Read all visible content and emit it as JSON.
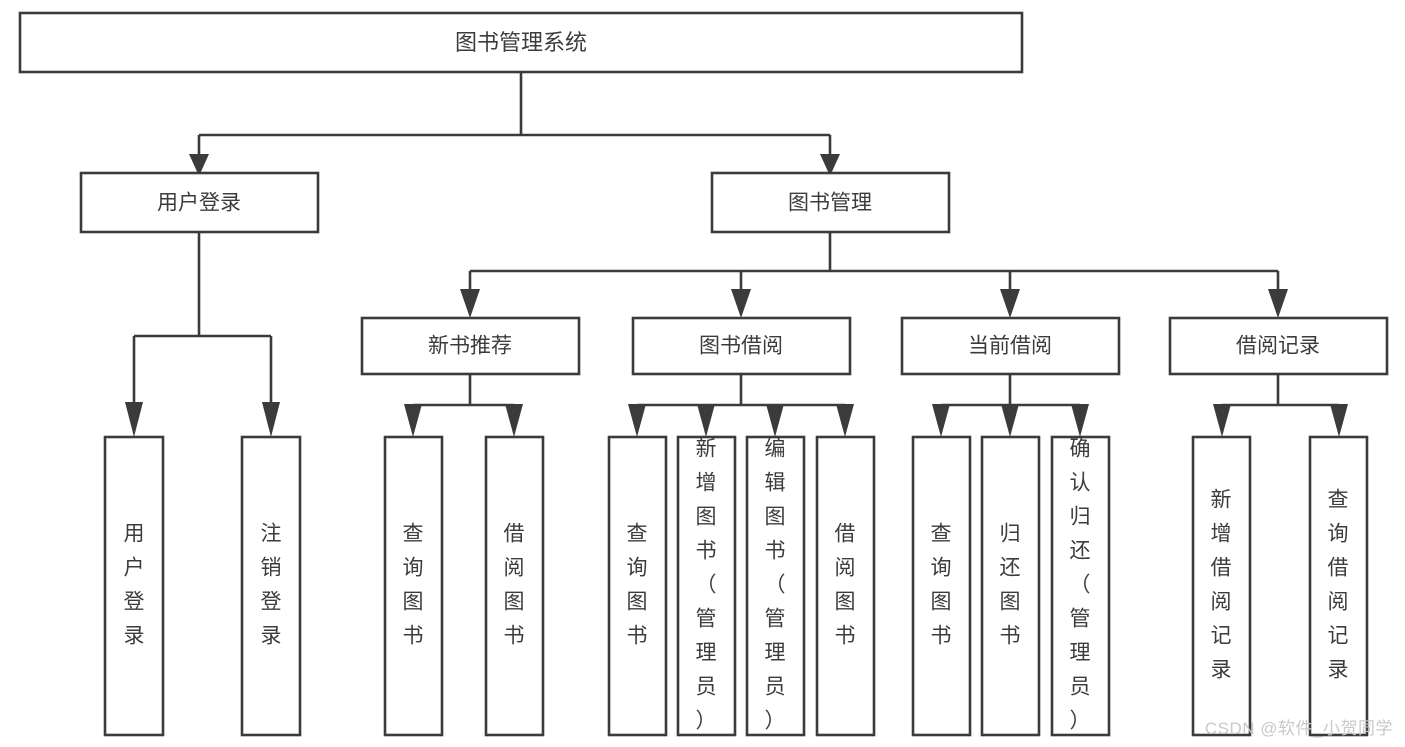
{
  "diagram": {
    "type": "tree-hierarchy",
    "title": "图书管理系统",
    "watermark": "CSDN @软件_小贺同学",
    "colors": {
      "stroke": "#3b3b3b",
      "fill": "#ffffff",
      "text": "#3c3c3c",
      "watermark": "#c9c9c9",
      "background": "#ffffff"
    },
    "levels": {
      "root": {
        "label": "图书管理系统"
      },
      "level1": [
        {
          "label": "用户登录"
        },
        {
          "label": "图书管理"
        }
      ],
      "level2": [
        {
          "label": "新书推荐"
        },
        {
          "label": "图书借阅"
        },
        {
          "label": "当前借阅"
        },
        {
          "label": "借阅记录"
        }
      ],
      "leaves": [
        {
          "label": "用户登录",
          "parent": "用户登录"
        },
        {
          "label": "注销登录",
          "parent": "用户登录"
        },
        {
          "label": "查询图书",
          "parent": "新书推荐"
        },
        {
          "label": "借阅图书",
          "parent": "新书推荐"
        },
        {
          "label": "查询图书",
          "parent": "图书借阅"
        },
        {
          "label": "新增图书（管理员）",
          "parent": "图书借阅"
        },
        {
          "label": "编辑图书（管理员）",
          "parent": "图书借阅"
        },
        {
          "label": "借阅图书",
          "parent": "图书借阅"
        },
        {
          "label": "查询图书",
          "parent": "当前借阅"
        },
        {
          "label": "归还图书",
          "parent": "当前借阅"
        },
        {
          "label": "确认归还（管理员）",
          "parent": "当前借阅"
        },
        {
          "label": "新增借阅记录",
          "parent": "借阅记录"
        },
        {
          "label": "查询借阅记录",
          "parent": "借阅记录"
        }
      ]
    },
    "nodes": {
      "root": {
        "text": "图书管理系统"
      },
      "user_login": {
        "text": "用户登录"
      },
      "book_manage": {
        "text": "图书管理"
      },
      "new_book_rec": {
        "text": "新书推荐"
      },
      "book_borrow": {
        "text": "图书借阅"
      },
      "current_borrow": {
        "text": "当前借阅"
      },
      "borrow_record": {
        "text": "借阅记录"
      },
      "leaf_user_login": {
        "text": "用户登录"
      },
      "leaf_logout": {
        "text": "注销登录"
      },
      "leaf_query_book_1": {
        "text": "查询图书"
      },
      "leaf_borrow_book_1": {
        "text": "借阅图书"
      },
      "leaf_query_book_2": {
        "text": "查询图书"
      },
      "leaf_add_book": {
        "text": "新增图书（管理员）"
      },
      "leaf_edit_book": {
        "text": "编辑图书（管理员）"
      },
      "leaf_borrow_book_2": {
        "text": "借阅图书"
      },
      "leaf_query_book_3": {
        "text": "查询图书"
      },
      "leaf_return_book": {
        "text": "归还图书"
      },
      "leaf_confirm_return": {
        "text": "确认归还（管理员）"
      },
      "leaf_add_record": {
        "text": "新增借阅记录"
      },
      "leaf_query_record": {
        "text": "查询借阅记录"
      }
    }
  }
}
